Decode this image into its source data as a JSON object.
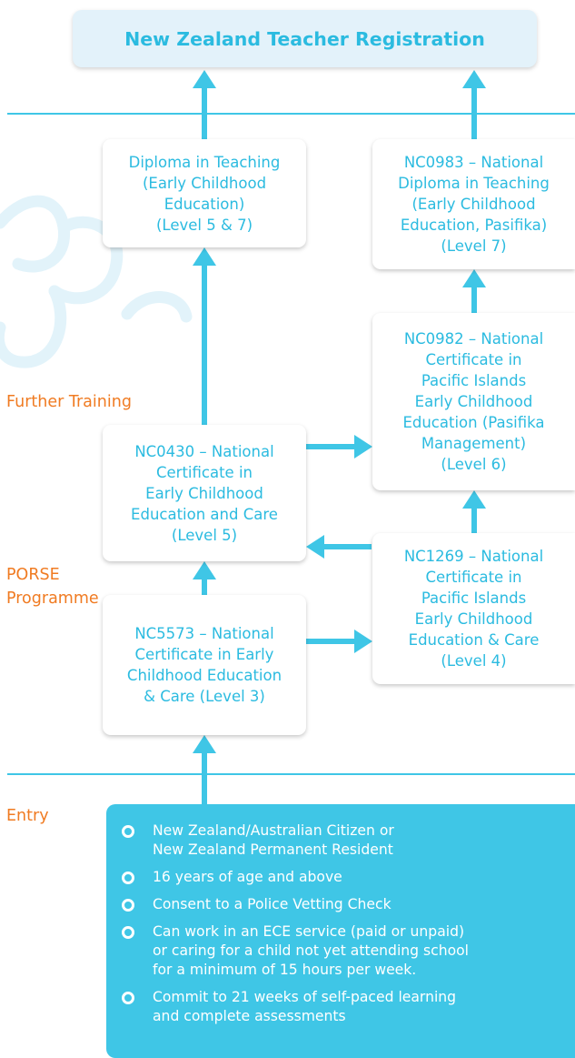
{
  "colors": {
    "accent": "#2bbbe0",
    "stage_label": "#f07b22",
    "entry_bg": "#3fc6e6",
    "top_box_bg": "#e3f2fa",
    "decoration": "#e2f3fa"
  },
  "top": {
    "title": "New Zealand Teacher Registration"
  },
  "stages": {
    "further_training": "Further Training",
    "porse_programme": [
      "PORSE",
      "Programme"
    ],
    "entry": "Entry"
  },
  "boxes": {
    "diploma_teaching": [
      "Diploma in Teaching",
      "(Early Childhood",
      "Education)",
      "(Level 5 & 7)"
    ],
    "nc0983": [
      "NC0983 – National",
      "Diploma in Teaching",
      "(Early Childhood",
      "Education, Pasifika)",
      "(Level 7)"
    ],
    "nc0982": [
      "NC0982 – National",
      "Certificate in",
      "Pacific Islands",
      "Early Childhood",
      "Education (Pasifika",
      "Management)",
      "(Level 6)"
    ],
    "nc0430": [
      "NC0430 – National",
      "Certificate in",
      "Early Childhood",
      "Education and Care",
      "(Level 5)"
    ],
    "nc1269": [
      "NC1269 – National",
      "Certificate in",
      "Pacific Islands",
      "Early Childhood",
      "Education & Care",
      "(Level 4)"
    ],
    "nc5573": [
      "NC5573 – National",
      "Certificate in Early",
      "Childhood Education",
      "& Care (Level 3)"
    ]
  },
  "entry_requirements": [
    [
      "New Zealand/Australian Citizen or",
      "New Zealand Permanent Resident"
    ],
    [
      "16 years of age and above"
    ],
    [
      "Consent to a Police Vetting Check"
    ],
    [
      "Can work in an ECE service (paid or unpaid)",
      "or caring for a child not yet attending school",
      "for a minimum of 15 hours per week."
    ],
    [
      "Commit to 21 weeks of self-paced learning",
      "and complete assessments"
    ]
  ]
}
